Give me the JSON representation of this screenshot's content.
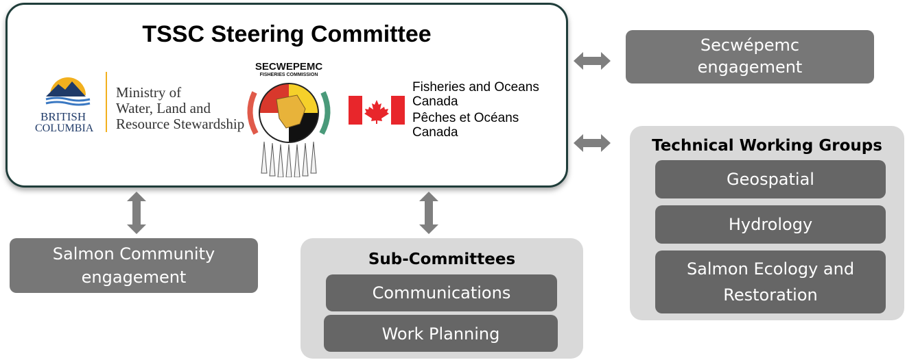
{
  "steering": {
    "title": "TSSC Steering Committee",
    "bc_logo": {
      "line1": "BRITISH",
      "line2": "COLUMBIA"
    },
    "ministry": {
      "line1": "Ministry of",
      "line2": "Water, Land and",
      "line3": "Resource Stewardship"
    },
    "secwepemc_logo": {
      "line1": "SECWEPEMC",
      "line2": "FISHERIES COMMISSION"
    },
    "dfo": {
      "line1": "Fisheries and Oceans",
      "line2": "Canada",
      "line3": "Pêches et Océans",
      "line4": "Canada"
    }
  },
  "secwepemc_engagement": {
    "line1": "Secwépemc",
    "line2": "engagement"
  },
  "salmon_community": {
    "line1": "Salmon Community",
    "line2": "engagement"
  },
  "subcommittees": {
    "title": "Sub-Committees",
    "items": [
      "Communications",
      "Work Planning"
    ]
  },
  "technical": {
    "title": "Technical Working Groups",
    "items": [
      "Geospatial",
      "Hydrology"
    ],
    "item3": {
      "line1": "Salmon Ecology and",
      "line2": "Restoration"
    }
  },
  "colors": {
    "connector": "#7f7f7f",
    "box": "#777777",
    "panel": "#d9d9d9",
    "border": "#1f3d3a",
    "canada_red": "#e8262b"
  }
}
